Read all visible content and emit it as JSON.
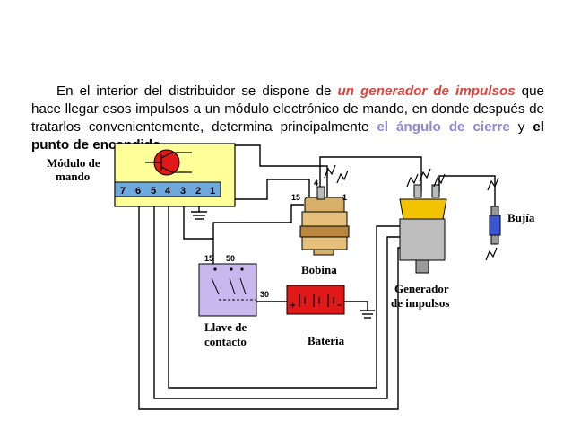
{
  "paragraph": {
    "intro": "En el  interior del distribuidor se dispone de ",
    "emph1": "un generador de impulsos",
    "mid": " que hace llegar esos impulsos a un módulo electrónico de mando, en donde después de tratarlos convenientemente, determina principalmente ",
    "emph2": "el ángulo de cierre",
    "and": " y ",
    "emph3": "el punto de encendido",
    "end": "."
  },
  "labels": {
    "modulo_line1": "Módulo de",
    "modulo_line2": "mando",
    "bujia": "Bujía",
    "bobina": "Bobina",
    "generador_line1": "Generador",
    "generador_line2": "de impulsos",
    "llave_line1": "Llave de",
    "llave_line2": "contacto",
    "bateria": "Batería"
  },
  "module_pins": [
    "7",
    "6",
    "5",
    "4",
    "3",
    "2",
    "1"
  ],
  "coil_terminals": {
    "t4": "4",
    "t15": "15",
    "t1": "1"
  },
  "switch_terminals": {
    "t15": "15",
    "t50": "50",
    "t30": "30"
  },
  "battery_terminals": {
    "plus": "+",
    "minus": "−"
  },
  "colors": {
    "emphasis_red": "#e0413a",
    "emphasis_blue": "#8f86d8",
    "module_fill": "#ffff99",
    "module_pin_strip": "#6ea8dc",
    "switch_fill": "#c9b8ee",
    "battery_fill": "#e01818",
    "coil_gold": "#e6c07a",
    "distributor_yellow": "#f2c400",
    "spark_plug_blue": "#3a56d6"
  }
}
